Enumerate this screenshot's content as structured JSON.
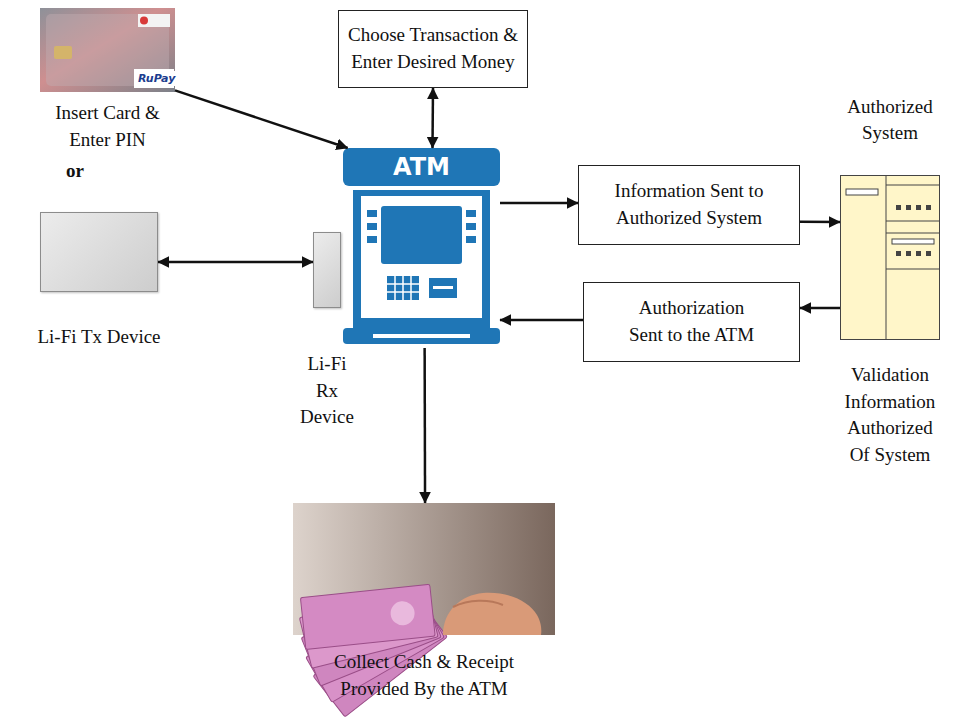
{
  "diagram": {
    "nodes": [
      {
        "text": [
          "Insert Card & Enter PIN"
        ]
      },
      {
        "text": [
          "Li-Fi Tx Device"
        ]
      },
      {
        "text": [
          "Li-Fi Rx Device"
        ]
      },
      {
        "text": [
          "ATM"
        ]
      },
      {
        "text": [
          "Choose Transaction & Enter Desired Money"
        ]
      },
      {
        "text": [
          "Information Sent to Authorized System"
        ]
      },
      {
        "text": [
          "Authorization Sent to the ATM"
        ]
      },
      {
        "text": [
          "Authorized System",
          "Validation Information Authorized Of System"
        ]
      },
      {
        "text": [
          "Collect Cash & Receipt Provided By the ATM"
        ]
      }
    ],
    "edges": [
      {
        "from": 0,
        "to": 3,
        "arrow": "to"
      },
      {
        "from": 4,
        "to": 3,
        "arrow": "both"
      },
      {
        "from": 1,
        "to": 2,
        "arrow": "both"
      },
      {
        "from": 3,
        "to": 5,
        "arrow": "to"
      },
      {
        "from": 5,
        "to": 7,
        "arrow": "to"
      },
      {
        "from": 7,
        "to": 6,
        "arrow": "to"
      },
      {
        "from": 6,
        "to": 3,
        "arrow": "to"
      },
      {
        "from": 3,
        "to": 8,
        "arrow": "to"
      }
    ],
    "labels": [
      "or",
      "RuPay"
    ]
  }
}
